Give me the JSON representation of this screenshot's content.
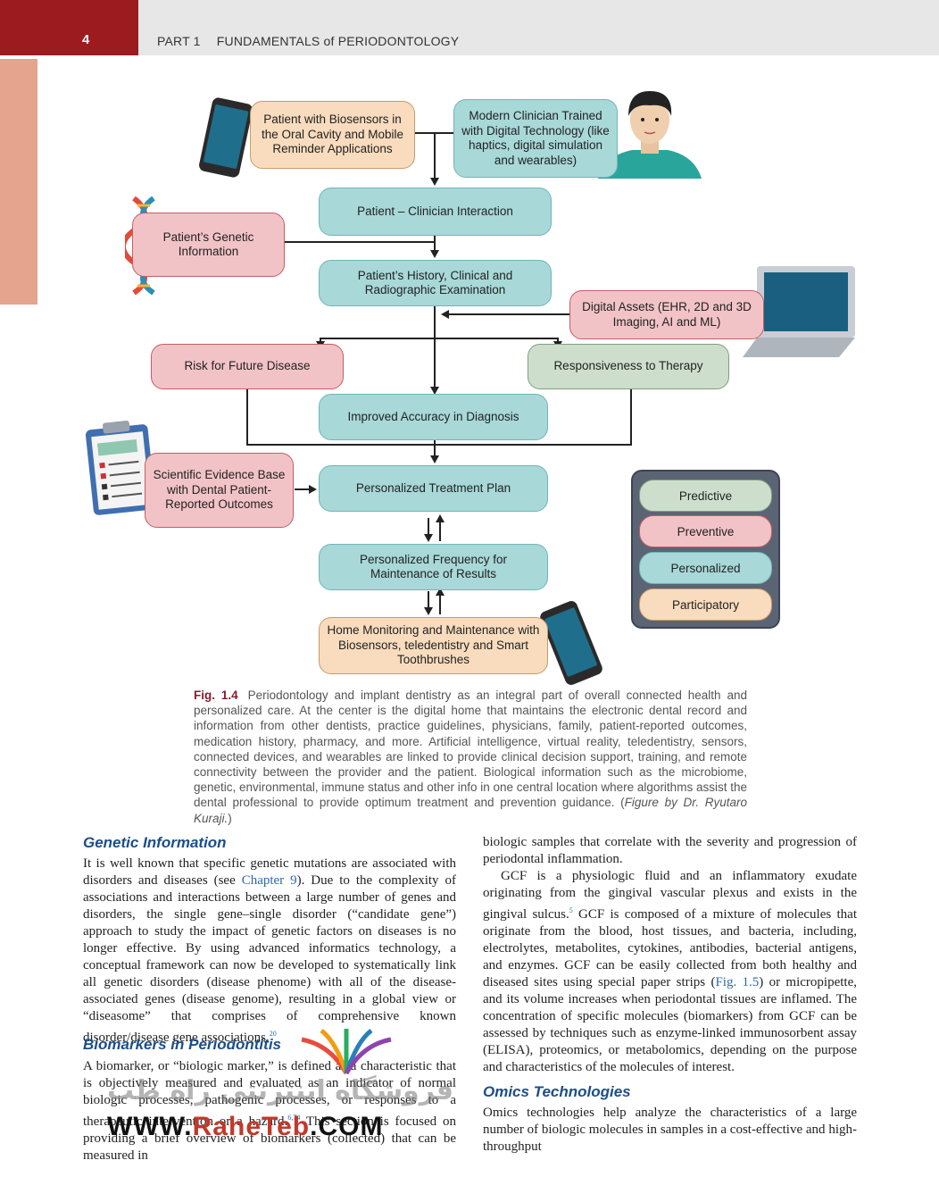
{
  "header": {
    "page_number": "4",
    "part": "PART 1",
    "title": "FUNDAMENTALS of PERIODONTOLOGY"
  },
  "diagram": {
    "patient_biosensors": "Patient with Biosensors in the Oral Cavity and Mobile Reminder Applications",
    "modern_clinician": "Modern Clinician Trained with Digital Technology (like haptics, digital simulation and wearables)",
    "interaction": "Patient – Clinician Interaction",
    "genetic_info": "Patient’s Genetic Information",
    "history_exam": "Patient’s History, Clinical and Radiographic Examination",
    "digital_assets": "Digital Assets (EHR, 2D and 3D Imaging, AI and ML)",
    "risk": "Risk for Future Disease",
    "responsiveness": "Responsiveness to Therapy",
    "accuracy": "Improved Accuracy in Diagnosis",
    "evidence": "Scientific Evidence Base with Dental Patient-Reported Outcomes",
    "treatment_plan": "Personalized Treatment Plan",
    "frequency": "Personalized Frequency for Maintenance of Results",
    "home_monitoring": "Home Monitoring and Maintenance with Biosensors, teledentistry and Smart Toothbrushes",
    "p4": [
      "Predictive",
      "Preventive",
      "Personalized",
      "Participatory"
    ],
    "icons": [
      "smartphone-icon",
      "clinician-avatar-icon",
      "dna-icon",
      "laptop-icon",
      "clipboard-icon"
    ],
    "colors": {
      "teal": "#a8d8d8",
      "pink": "#f2c3c6",
      "peach": "#f8dcbd",
      "green": "#cddfcc"
    }
  },
  "caption": {
    "label": "Fig. 1.4",
    "text": "Periodontology and implant dentistry as an integral part of overall connected health and personalized care. At the center is the digital home that maintains the electronic dental record and information from other dentists, practice guidelines, physicians, family, patient-reported outcomes, medication history, pharmacy, and more. Artificial intelligence, virtual reality, teledentistry, sensors, connected devices, and wearables are linked to provide clinical decision support, training, and remote connectivity between the provider and the patient. Biological information such as the microbiome, genetic, environmental, immune status and other info in one central location where algorithms assist the dental professional to provide optimum treatment and prevention guidance. (",
    "credit": "Figure by Dr. Ryutaro Kuraji.",
    "close": ")"
  },
  "left_column": {
    "heading1": "Genetic Information",
    "p1_a": "It is well known that specific genetic mutations are associated with disorders and diseases (see ",
    "p1_link": "Chapter 9",
    "p1_b": "). Due to the complexity of associations and interactions between a large number of genes and disorders, the single gene–single disorder (“candidate gene”) approach to study the impact of genetic factors on diseases is no longer effective. By using advanced informatics technology, a conceptual framework can now be developed to systematically link all genetic disorders (disease phenome) with all of the disease-associated genes (disease genome), resulting in a global view or “diseasome” that comprises of comprehensive known disorder/disease gene associations.",
    "p1_ref": "20",
    "heading2": "Biomarkers in Periodontitis",
    "p2_a": "A biomarker, or “biologic marker,” is defined as a characteristic that is objectively measured and evaluated as an indicator of normal biologic processes, pathogenic processes, or responses to a therapeutic intervention or a hazard.",
    "p2_ref": "6,74",
    "p2_b": " This section is focused on providing a brief overview of biomarkers (collected) that can be measured in"
  },
  "right_column": {
    "p1": "biologic samples that correlate with the severity and progression of periodontal inflammation.",
    "p2_a": "GCF is a physiologic fluid and an inflammatory exudate originating from the gingival vascular plexus and exists in the gingival sulcus.",
    "p2_ref": "5",
    "p2_b": " GCF is composed of a mixture of molecules that originate from the blood, host tissues, and bacteria, including, electrolytes, metabolites, cytokines, antibodies, bacterial antigens, and enzymes. GCF can be easily collected from both healthy and diseased sites using special paper strips (",
    "p2_link": "Fig. 1.5",
    "p2_c": ") or micropipette, and its volume increases when periodontal tissues are inflamed. The concentration of specific molecules (biomarkers) from GCF can be assessed by techniques such as enzyme-linked immunosorbent assay (ELISA), proteomics, or metabolomics, depending on the purpose and characteristics of the molecules of interest.",
    "heading": "Omics Technologies",
    "p3": "Omics technologies help analyze the characteristics of a large number of biologic molecules in samples in a cost-effective and high-throughput"
  },
  "watermark": {
    "persian": "فروشگاه اینترنتی راه طب",
    "www": "WWW.",
    "brand": "RaheTeb",
    "com": ".COM"
  }
}
